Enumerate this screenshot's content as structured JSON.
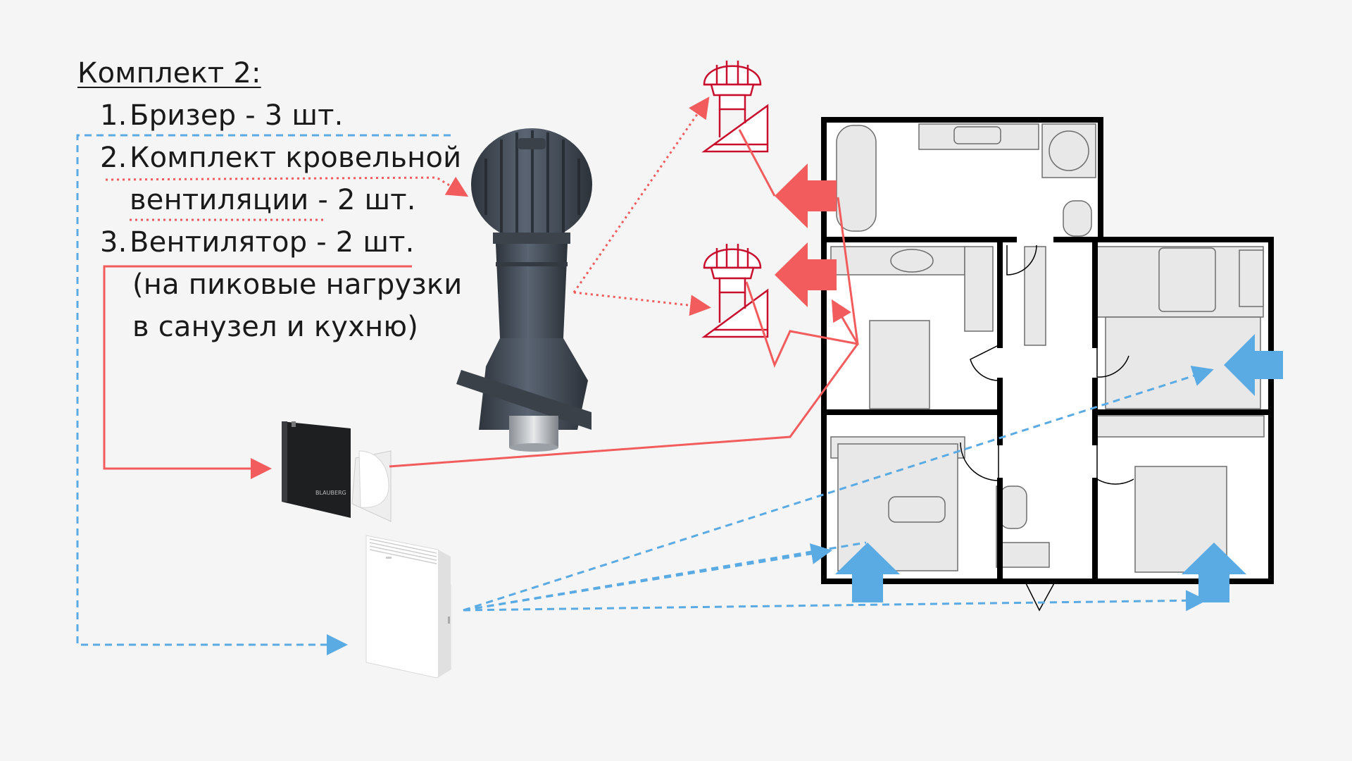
{
  "kit": {
    "heading": "Комплект 2:",
    "items": [
      {
        "number": "1.",
        "line1": "Бризер - 3 шт."
      },
      {
        "number": "2.",
        "line1": "Комплект кровельной",
        "line2": "вентиляции - 2 шт."
      },
      {
        "number": "3.",
        "line1": "Вентилятор - 2 шт.",
        "line2": "(на пиковые нагрузки",
        "line3": "в санузел и кухню)"
      }
    ]
  },
  "fan_brand": "BLAUBERG",
  "colors": {
    "exhaust": "#f25c5c",
    "supply": "#5aaae4",
    "roof_fan_outline": "#c8102e",
    "deflector": "#4a5360",
    "wall": "#000000",
    "background": "#f5f5f5"
  },
  "icons": [
    "roof-turbine-deflector",
    "roof-fan-symbol",
    "wall-exhaust-fan",
    "wall-breather-unit",
    "red-exhaust-arrow",
    "blue-supply-arrow",
    "apartment-floor-plan"
  ]
}
